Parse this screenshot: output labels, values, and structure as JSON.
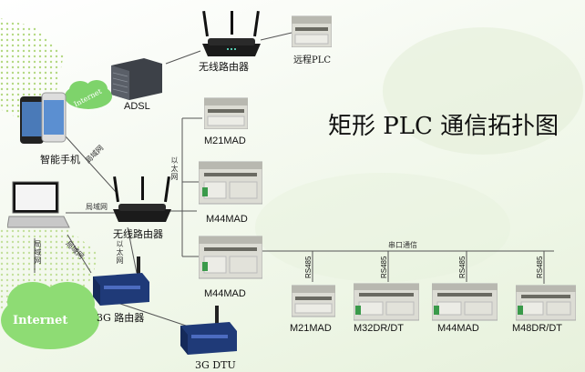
{
  "title": "矩形 PLC 通信拓扑图",
  "nodes": {
    "router_top": "无线路由器",
    "remote_plc": "远程PLC",
    "adsl": "ADSL",
    "internet_top": "Internet",
    "phone": "智能手机",
    "router_mid": "无线路由器",
    "m21mad_top": "M21MAD",
    "m44mad_mid": "M44MAD",
    "m44mad_low": "M44MAD",
    "router_3g": "3G 路由器",
    "internet_big": "Internet",
    "dtu_3g": "3G DTU",
    "bus_m21mad": "M21MAD",
    "bus_m32dr": "M32DR/DT",
    "bus_m44mad": "M44MAD",
    "bus_m48dr": "M48DR/DT"
  },
  "links": {
    "lan_phone": "局域网",
    "lan_laptop": "局域网",
    "ethernet_vertical": "以太网",
    "lan_vertical": "局域网",
    "ethernet_3g": "以太网",
    "lan_3g": "局域网",
    "serial_bus": "串口通信",
    "rs485_1": "RS485",
    "rs485_2": "RS485",
    "rs485_3": "RS485",
    "rs485_4": "RS485"
  }
}
